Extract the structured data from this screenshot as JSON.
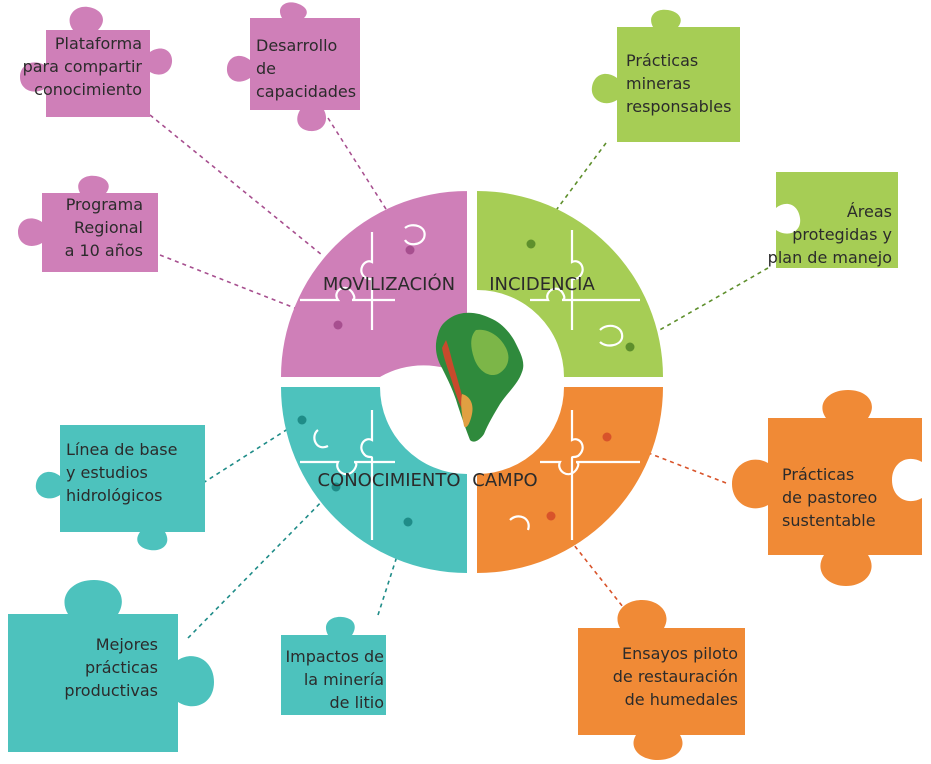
{
  "colors": {
    "movilizacion": "#cf7fb8",
    "incidencia": "#a6cd55",
    "conocimiento": "#4dc2bd",
    "campo": "#f08a36",
    "movilizacion_dot": "#a74f8f",
    "incidencia_dot": "#5e8f2c",
    "conocimiento_dot": "#1f8c88",
    "campo_dot": "#d8532a"
  },
  "quadrants": {
    "movilizacion": "MOVILIZACIÓN",
    "incidencia": "INCIDENCIA",
    "conocimiento": "CONOCIMIENTO",
    "campo": "CAMPO"
  },
  "center_image": "south-america-map",
  "pieces": {
    "plataforma": [
      "Plataforma",
      "para compartir",
      "conocimiento"
    ],
    "desarrollo": [
      "Desarrollo",
      "de",
      "capacidades"
    ],
    "programa": [
      "Programa",
      "Regional",
      "a 10 años"
    ],
    "practicas_mineras": [
      "Prácticas",
      "mineras",
      "responsables"
    ],
    "areas": [
      "Áreas",
      "protegidas y",
      "plan de manejo"
    ],
    "linea_base": [
      "Línea de base",
      "y estudios",
      "hidrológicos"
    ],
    "pastoreo": [
      "Prácticas",
      "de pastoreo",
      "sustentable"
    ],
    "mejores": [
      "Mejores",
      "prácticas",
      "productivas"
    ],
    "impactos": [
      "Impactos de",
      "la minería",
      "de litio"
    ],
    "ensayos": [
      "Ensayos piloto",
      "de restauración",
      "de humedales"
    ]
  }
}
